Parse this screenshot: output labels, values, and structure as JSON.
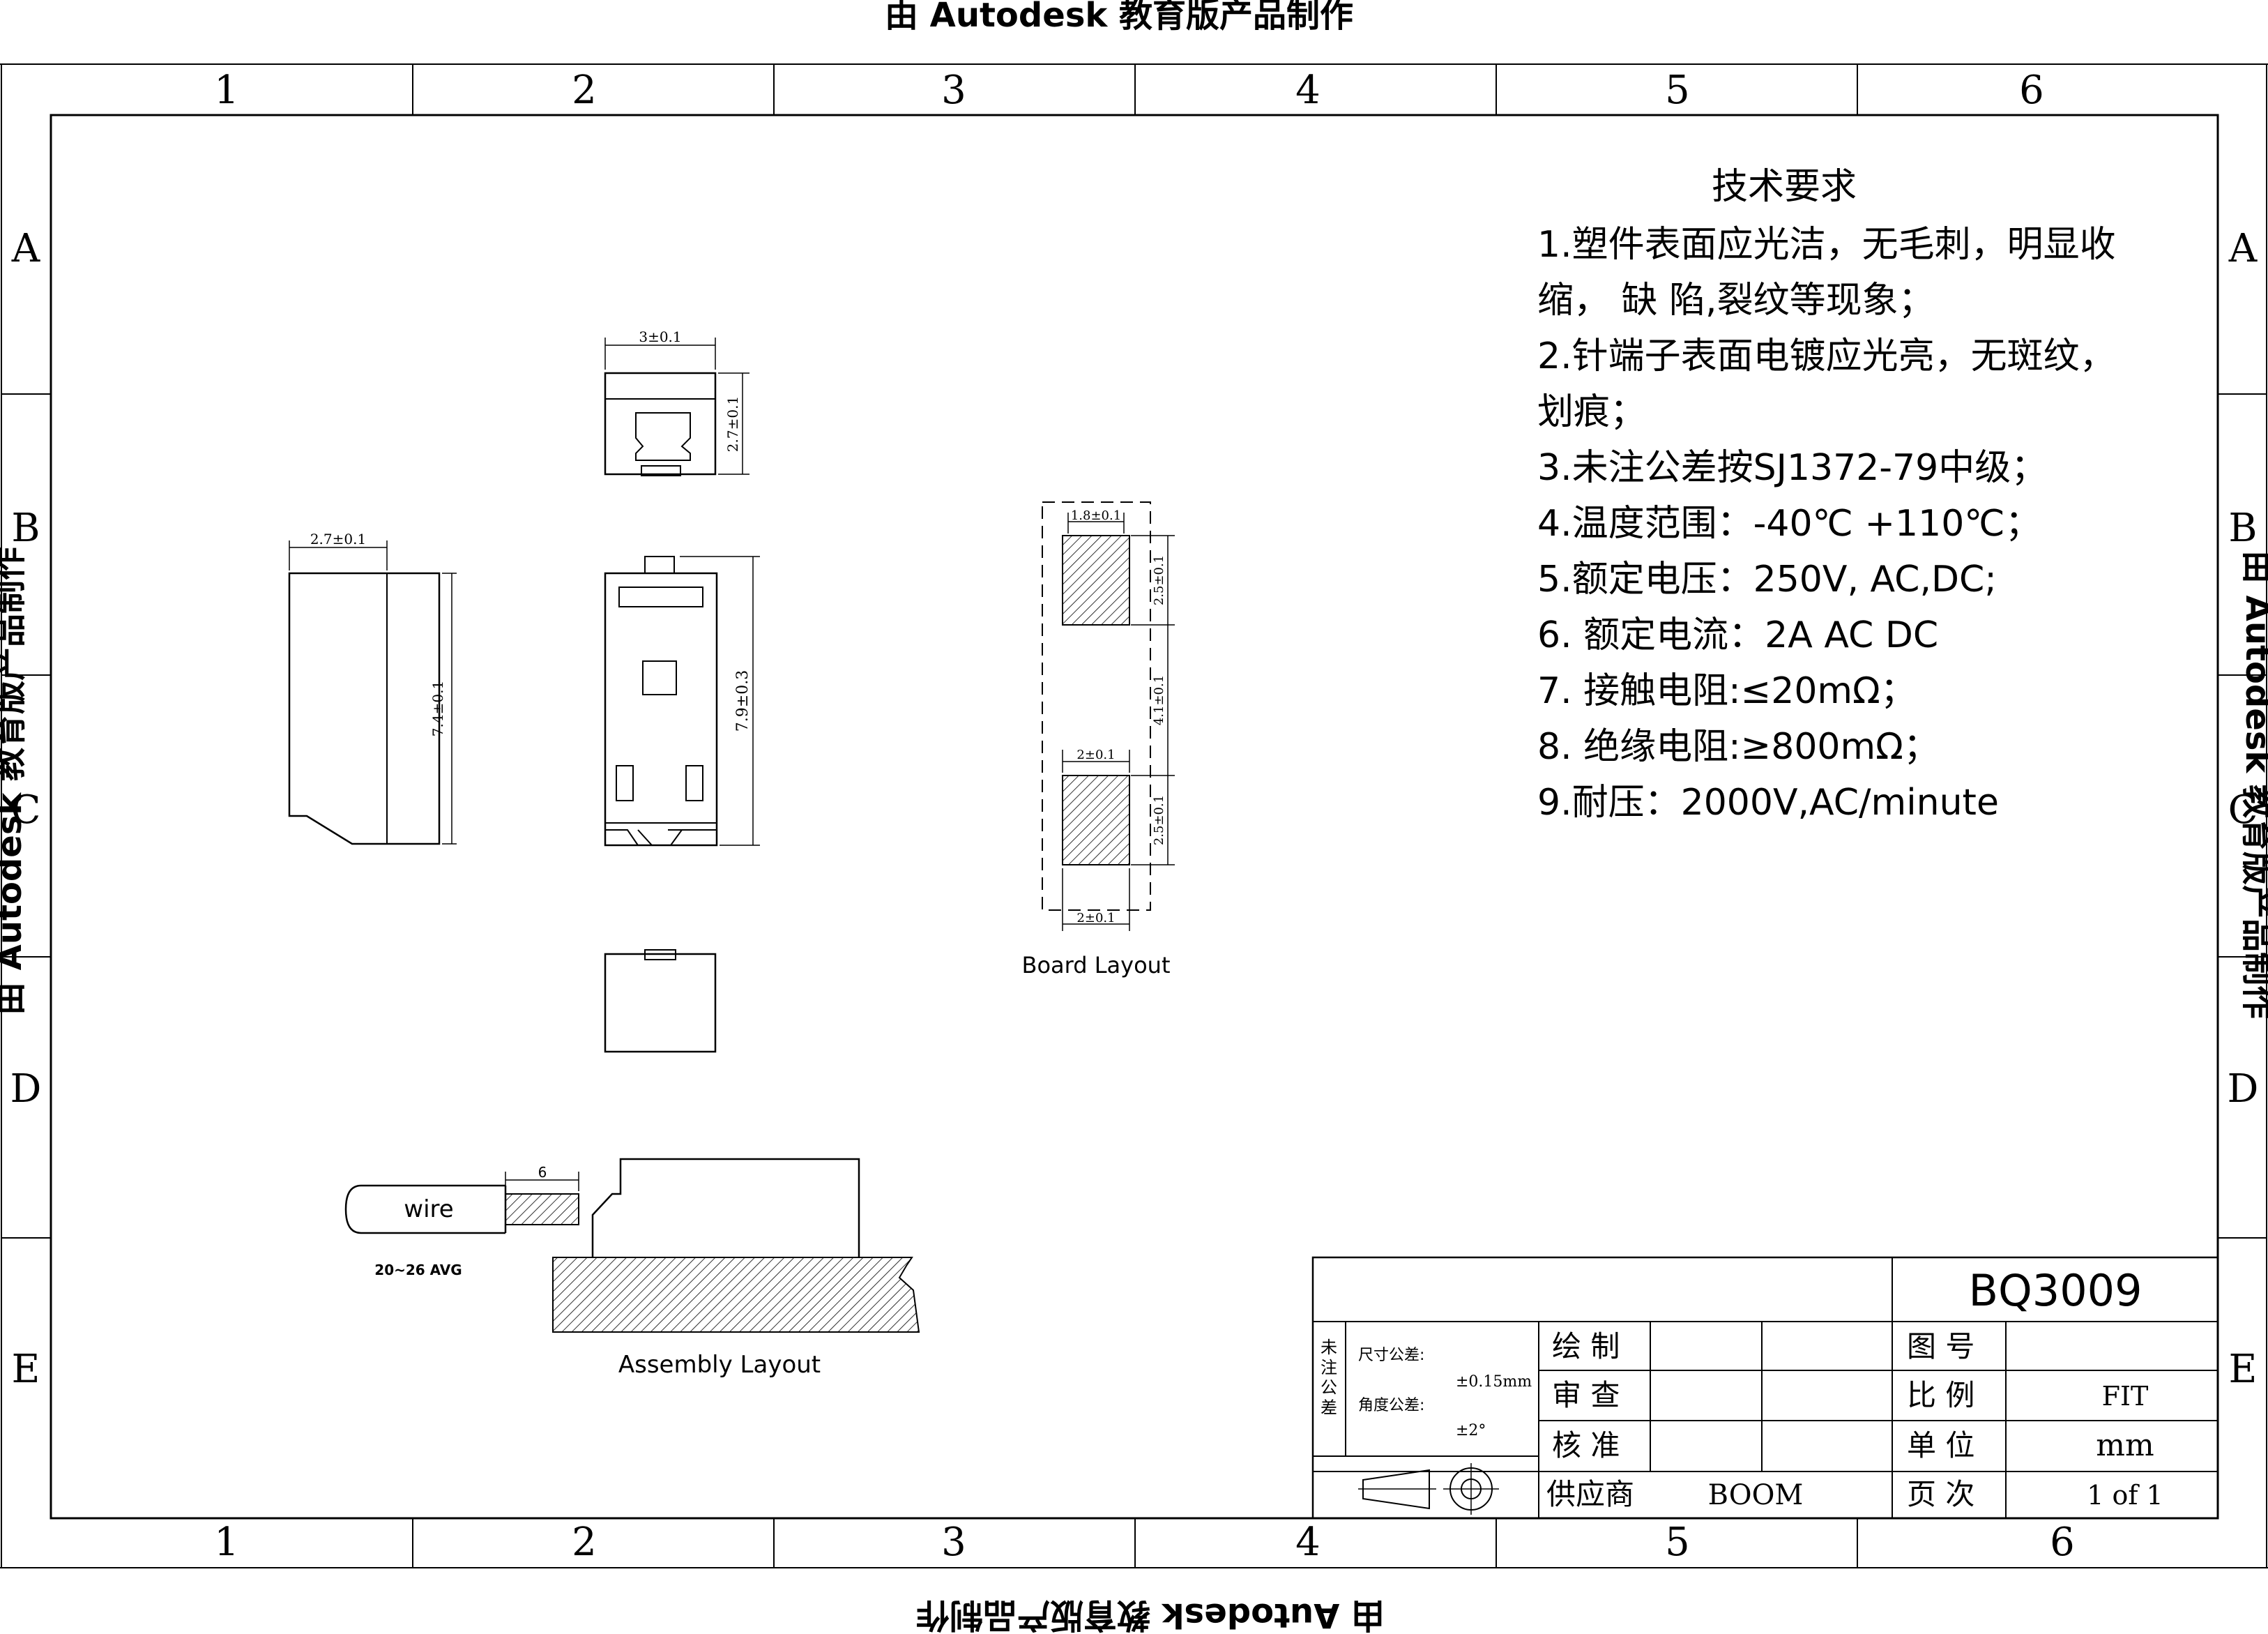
{
  "watermark": {
    "top": "由 Autodesk 教育版产品制作",
    "bottom": "由 Autodesk 教育版产品制作",
    "left": "由 Autodesk 教育版产品制作",
    "right": "由 Autodesk 教育版产品制作"
  },
  "frame": {
    "columns": [
      "1",
      "2",
      "3",
      "4",
      "5",
      "6"
    ],
    "bottom_columns": [
      "1",
      "2",
      "3",
      "4",
      "5",
      "6"
    ],
    "rows": [
      "A",
      "B",
      "C",
      "D",
      "E"
    ]
  },
  "tech_requirements": {
    "title": "技术要求",
    "lines": [
      "1.塑件表面应光洁，无毛刺，明显收",
      "缩，  缺  陷,裂纹等现象；",
      "2.针端子表面电镀应光亮，无斑纹，",
      "划痕；",
      "3.未注公差按SJ1372-79中级；",
      "4.温度范围：-40℃    +110℃；",
      "5.额定电压：250V, AC,DC;",
      "6. 额定电流：2A  AC  DC",
      "7. 接触电阻:≤20mΩ；",
      "8. 绝缘电阻:≥800mΩ；",
      "9.耐压：2000V,AC/minute"
    ]
  },
  "dimensions": {
    "top_width": "3±0.1",
    "top_height": "2.7±0.1",
    "side_width": "2.7±0.1",
    "side_height": "7.4±0.1",
    "front_height": "7.9±0.3",
    "board_width_top": "1.8±0.1",
    "board_pad1": "2.5±0.1",
    "board_gap": "4.1±0.1",
    "board_pad_width": "2±0.1",
    "board_pad2": "2.5±0.1",
    "board_width_bottom": "2±0.1",
    "wire_strip": "6"
  },
  "labels": {
    "board_layout": "Board  Layout",
    "assembly_layout": "Assembly   Layout",
    "wire": "wire",
    "awg": "20~26 AVG"
  },
  "title_block": {
    "part_number": "BQ3009",
    "tolerance_heading": "未注公差",
    "dim_tol_label": "尺寸公差:",
    "dim_tol_value": "±0.15mm",
    "ang_tol_label": "角度公差:",
    "ang_tol_value": "±2°",
    "drawn_label": "绘  制",
    "checked_label": "审  查",
    "approved_label": "核  准",
    "supplier_label": "供应商",
    "supplier_value": "BOOM",
    "drawing_no_label": "图  号",
    "scale_label": "比  例",
    "scale_value": "FIT",
    "unit_label": "单  位",
    "unit_value": "mm",
    "page_label": "页  次",
    "page_value": "1 of 1"
  }
}
